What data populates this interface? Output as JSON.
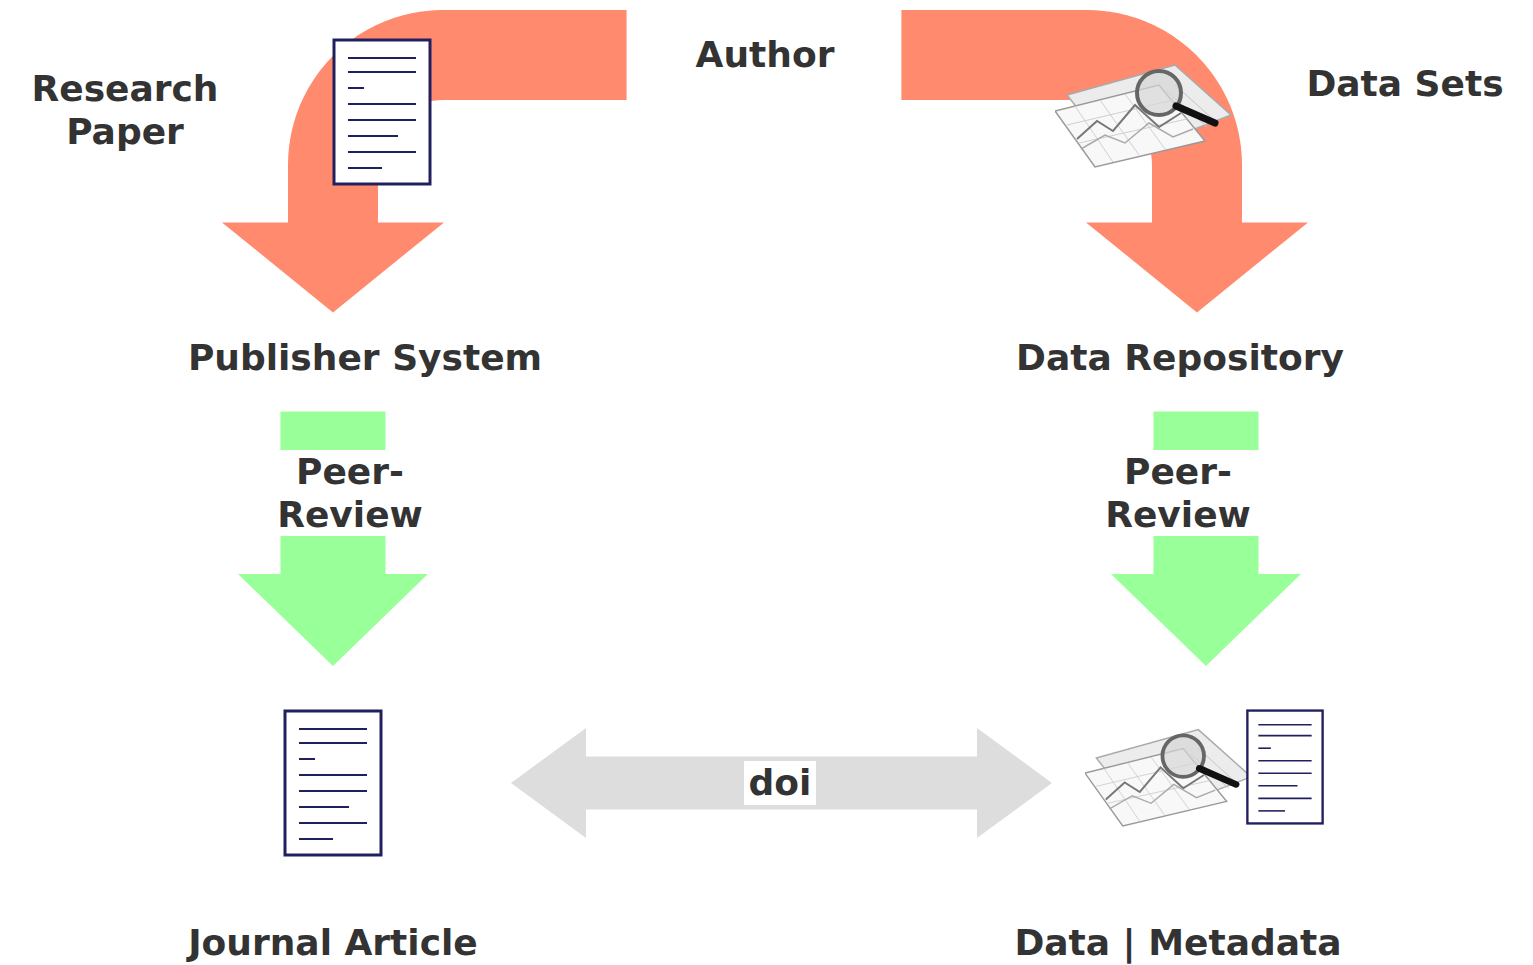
{
  "diagram": {
    "nodes": [
      {
        "text": [
          "Author"
        ]
      },
      {
        "text": [
          "Publisher System"
        ]
      },
      {
        "text": [
          "Data Repository"
        ]
      },
      {
        "text": [
          "Journal Article"
        ]
      },
      {
        "text": [
          "Data | Metadata"
        ]
      }
    ],
    "edges": [
      {
        "from": 0,
        "to": 1,
        "arrow": "to",
        "label": "Research Paper"
      },
      {
        "from": 0,
        "to": 2,
        "arrow": "to",
        "label": "Data Sets"
      },
      {
        "from": 1,
        "to": 3,
        "arrow": "to",
        "label": "Peer-Review"
      },
      {
        "from": 2,
        "to": 4,
        "arrow": "to",
        "label": "Peer-Review"
      },
      {
        "from": 3,
        "to": 4,
        "arrow": "both",
        "label": "doi"
      }
    ]
  }
}
